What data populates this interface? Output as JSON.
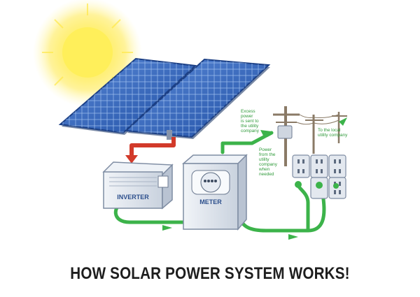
{
  "labels": {
    "inverter": "INVERTER",
    "meter": "METER",
    "excess_power": [
      "Excess",
      "power",
      "is sent to",
      "the utility",
      "company"
    ],
    "power_from_utility": [
      "Power",
      "from the",
      "utility",
      "company",
      "when",
      "needed"
    ],
    "to_local_utility": [
      "To the local",
      "utility company"
    ]
  },
  "title": "HOW SOLAR POWER SYSTEM WORKS!",
  "colors": {
    "panel_blue": "#2d5fb8",
    "green_wire": "#3cb34a",
    "red_wire": "#d23a2a",
    "sun": "#ffe23a",
    "housing_gray": "#dfe5ee"
  }
}
